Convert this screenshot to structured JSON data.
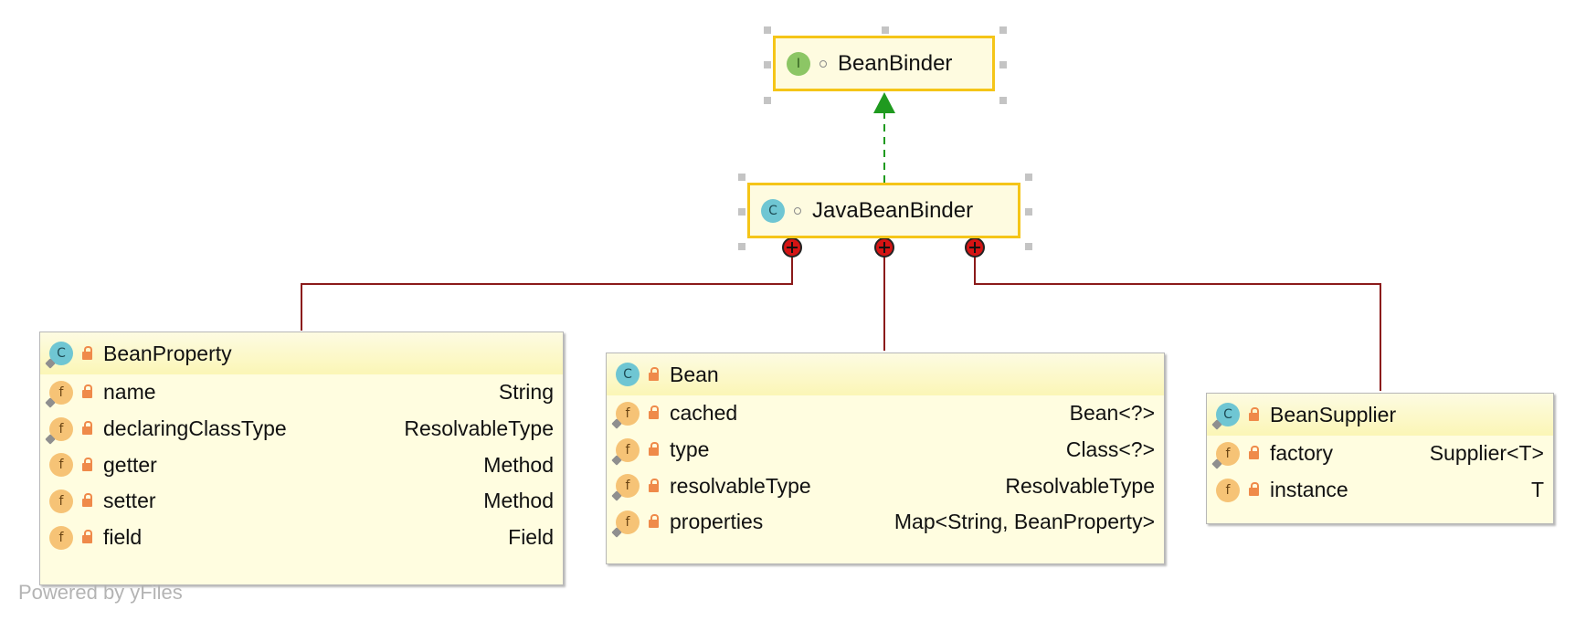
{
  "diagram": {
    "colors": {
      "composition": "#8b1a1a",
      "realization": "#1f9a1f",
      "selection": "#f5c518"
    },
    "nodes": {
      "bean_binder": {
        "kind": "interface",
        "badge_letter": "I",
        "name": "BeanBinder"
      },
      "java_bean_binder": {
        "kind": "class",
        "badge_letter": "C",
        "name": "JavaBeanBinder"
      }
    },
    "classes": {
      "bean_property": {
        "name": "BeanProperty",
        "badge_letter": "C",
        "fields": [
          {
            "name": "name",
            "type": "String"
          },
          {
            "name": "declaringClassType",
            "type": "ResolvableType"
          },
          {
            "name": "getter",
            "type": "Method"
          },
          {
            "name": "setter",
            "type": "Method"
          },
          {
            "name": "field",
            "type": "Field"
          }
        ]
      },
      "bean": {
        "name": "Bean",
        "badge_letter": "C",
        "fields": [
          {
            "name": "cached",
            "type": "Bean<?>"
          },
          {
            "name": "type",
            "type": "Class<?>"
          },
          {
            "name": "resolvableType",
            "type": "ResolvableType"
          },
          {
            "name": "properties",
            "type": "Map<String, BeanProperty>"
          }
        ]
      },
      "bean_supplier": {
        "name": "BeanSupplier",
        "badge_letter": "C",
        "fields": [
          {
            "name": "factory",
            "type": "Supplier<T>"
          },
          {
            "name": "instance",
            "type": "T"
          }
        ]
      }
    },
    "field_badge_letter": "f",
    "edges": [
      {
        "from": "JavaBeanBinder",
        "to": "BeanBinder",
        "kind": "realization"
      },
      {
        "from": "JavaBeanBinder",
        "to": "BeanProperty",
        "kind": "inner-class"
      },
      {
        "from": "JavaBeanBinder",
        "to": "Bean",
        "kind": "inner-class"
      },
      {
        "from": "JavaBeanBinder",
        "to": "BeanSupplier",
        "kind": "inner-class"
      }
    ],
    "credit": "Powered by yFiles"
  }
}
